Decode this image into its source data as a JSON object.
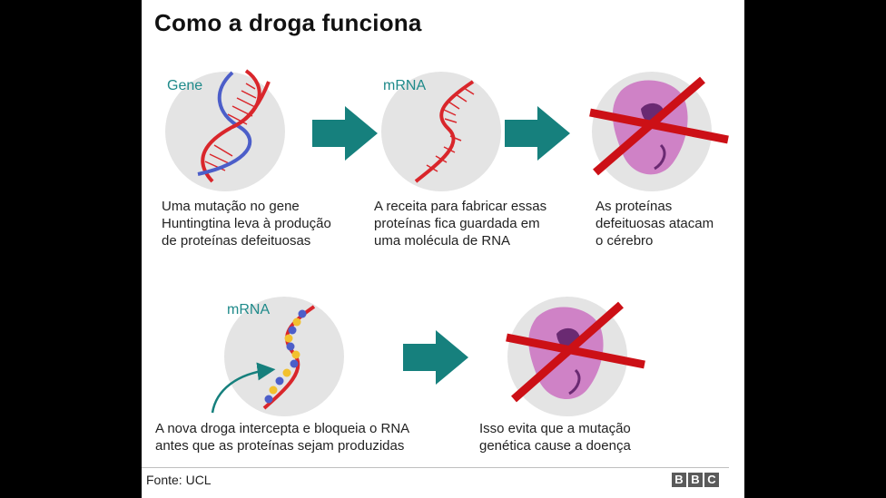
{
  "title": "Como a droga funciona",
  "labels": {
    "gene": "Gene",
    "mrna_top": "mRNA",
    "mrna_bottom": "mRNA"
  },
  "captions": {
    "step1": [
      "Uma mutação no gene",
      "Huntingtina leva à produção",
      "de proteínas defeituosas"
    ],
    "step2": [
      "A receita para fabricar essas",
      "proteínas fica guardada em",
      "uma molécula de RNA"
    ],
    "step3": [
      "As proteínas",
      "defeituosas atacam",
      "o cérebro"
    ],
    "step4": [
      "A nova droga intercepta e bloqueia o RNA",
      "antes que as proteínas sejam produzidas"
    ],
    "step5": [
      "Isso evita que a mutação",
      "genética cause a doença"
    ]
  },
  "footer": {
    "source": "Fonte: UCL",
    "logo": [
      "B",
      "B",
      "C"
    ]
  },
  "colors": {
    "teal": "#16807d",
    "dna_red": "#d9262b",
    "dna_blue": "#4c5ec9",
    "circle_gray": "#e4e4e4",
    "protein_pink": "#cf82c6",
    "cross_red": "#cc1016"
  }
}
